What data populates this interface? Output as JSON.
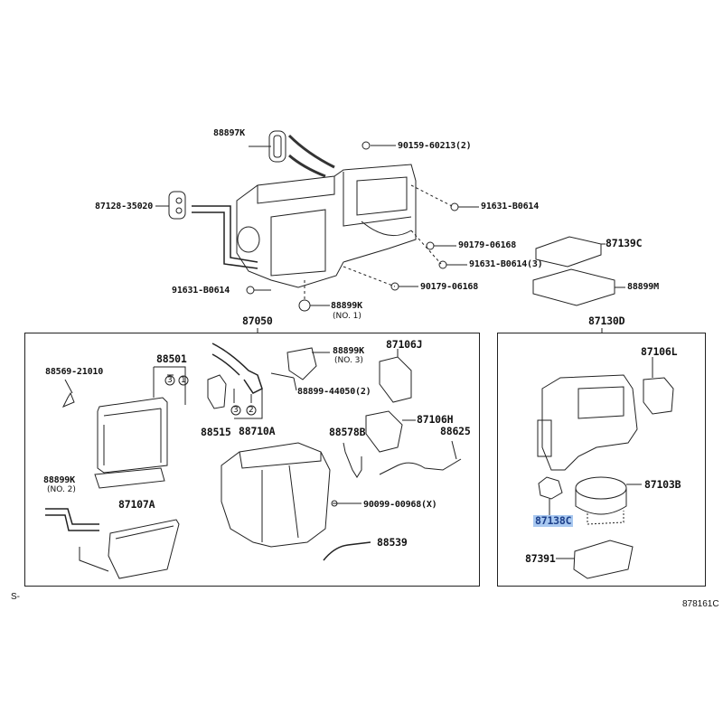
{
  "top_labels": {
    "p88897K": "88897K",
    "p90159": "90159-60213(2)",
    "p87128": "87128-35020",
    "p91631a": "91631-B0614",
    "p90179a": "90179-06168",
    "p87139C": "87139C",
    "p91631b": "91631-B0614(3)",
    "p91631c": "91631-B0614",
    "p90179b": "90179-06168",
    "p88899M": "88899M",
    "p88899K1": "88899K",
    "p88899K1_note": "(NO. 1)"
  },
  "left_group": {
    "title": "87050",
    "p88501": "88501",
    "p88569": "88569-21010",
    "p88899K3": "88899K",
    "p88899K3_note": "(NO. 3)",
    "p87106J": "87106J",
    "p88899_44050": "88899-44050(2)",
    "p88515": "88515",
    "p88710A": "88710A",
    "p88578B": "88578B",
    "p87106H": "87106H",
    "p88625": "88625",
    "p88899K2": "88899K",
    "p88899K2_note": "(NO. 2)",
    "p87107A": "87107A",
    "p90099": "90099-00968(X)",
    "p88539": "88539",
    "circle_nums": [
      "3",
      "1",
      "3",
      "2"
    ]
  },
  "right_group": {
    "title": "87130D",
    "p87106L": "87106L",
    "p87103B": "87103B",
    "p87138C": "87138C",
    "p87391": "87391"
  },
  "footer": {
    "left_mark": "S-",
    "figure_code": "878161C"
  },
  "colors": {
    "highlight_bg": "#a8c8f0",
    "highlight_text": "#1c3f8a"
  }
}
